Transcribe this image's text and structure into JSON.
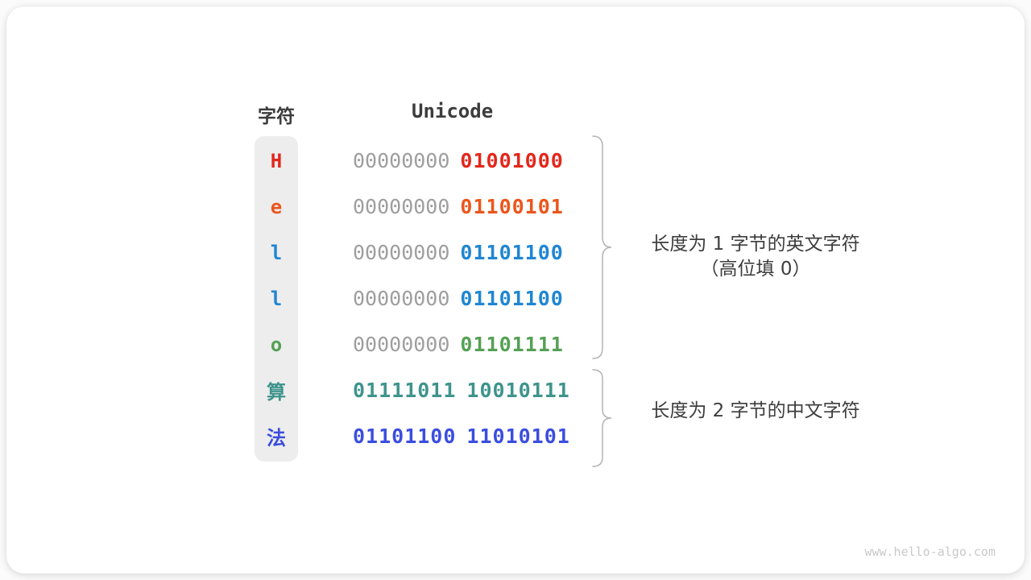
{
  "table": {
    "char_header": "字符",
    "unicode_header": "Unicode",
    "rows": [
      {
        "char": "H",
        "byte1": "00000000",
        "byte2": "01001000",
        "char_color": "#e3271c",
        "byte1_color": "#9e9e9e",
        "byte2_color": "#e3271c"
      },
      {
        "char": "e",
        "byte1": "00000000",
        "byte2": "01100101",
        "char_color": "#ea561c",
        "byte1_color": "#9e9e9e",
        "byte2_color": "#ea561c"
      },
      {
        "char": "l",
        "byte1": "00000000",
        "byte2": "01101100",
        "char_color": "#2086d2",
        "byte1_color": "#9e9e9e",
        "byte2_color": "#2086d2"
      },
      {
        "char": "l",
        "byte1": "00000000",
        "byte2": "01101100",
        "char_color": "#2086d2",
        "byte1_color": "#9e9e9e",
        "byte2_color": "#2086d2"
      },
      {
        "char": "o",
        "byte1": "00000000",
        "byte2": "01101111",
        "char_color": "#55a055",
        "byte1_color": "#9e9e9e",
        "byte2_color": "#55a055"
      },
      {
        "char": "算",
        "byte1": "01111011",
        "byte2": "10010111",
        "char_color": "#3e948c",
        "byte1_color": "#3e948c",
        "byte2_color": "#3e948c"
      },
      {
        "char": "法",
        "byte1": "01101100",
        "byte2": "11010101",
        "char_color": "#3b4ede",
        "byte1_color": "#3b4ede",
        "byte2_color": "#3b4ede"
      }
    ]
  },
  "annotations": [
    {
      "line1": "长度为 1 字节的英文字符",
      "line2": "（高位填 0）"
    },
    {
      "line1": "长度为 2 字节的中文字符"
    }
  ],
  "watermark": "www.hello-algo.com",
  "colors": {
    "header_text": "#3c3c3c",
    "annotation_text": "#3d3d3d",
    "gray_bits": "#9e9e9e",
    "char_column_bg": "#ededed",
    "brace": "#b3b3b3",
    "watermark": "#c9c9c9"
  }
}
